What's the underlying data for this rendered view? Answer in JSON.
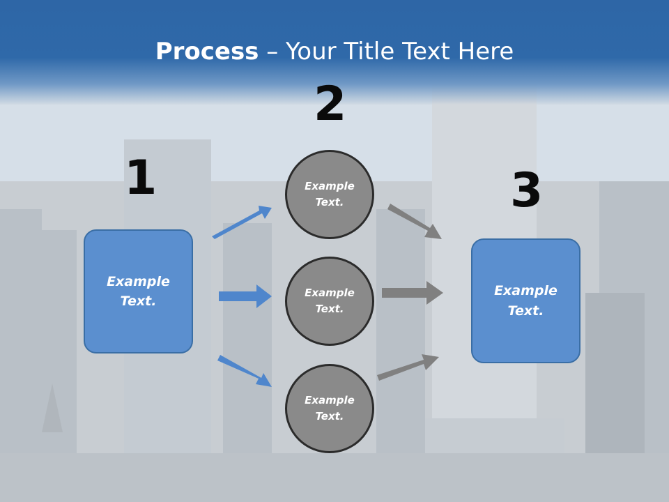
{
  "slide": {
    "title_bold": "Process",
    "title_rest": " – Your Title Text Here",
    "step1": {
      "number": "1",
      "text_line1": "Example",
      "text_line2": "Text."
    },
    "step2": {
      "number": "2",
      "circles": [
        {
          "line1": "Example",
          "line2": "Text."
        },
        {
          "line1": "Example",
          "line2": "Text."
        },
        {
          "line1": "Example",
          "line2": "Text."
        }
      ]
    },
    "step3": {
      "number": "3",
      "text_line1": "Example",
      "text_line2": "Text."
    }
  },
  "colors": {
    "header": "#2e66a6",
    "box_fill": "#5b8fcf",
    "box_border": "#3a6ea5",
    "circle_fill": "#8a8a8a",
    "circle_border": "#2b2b2b",
    "blue_arrow": "#4f86cc",
    "gray_arrow": "#7f7f7f"
  }
}
